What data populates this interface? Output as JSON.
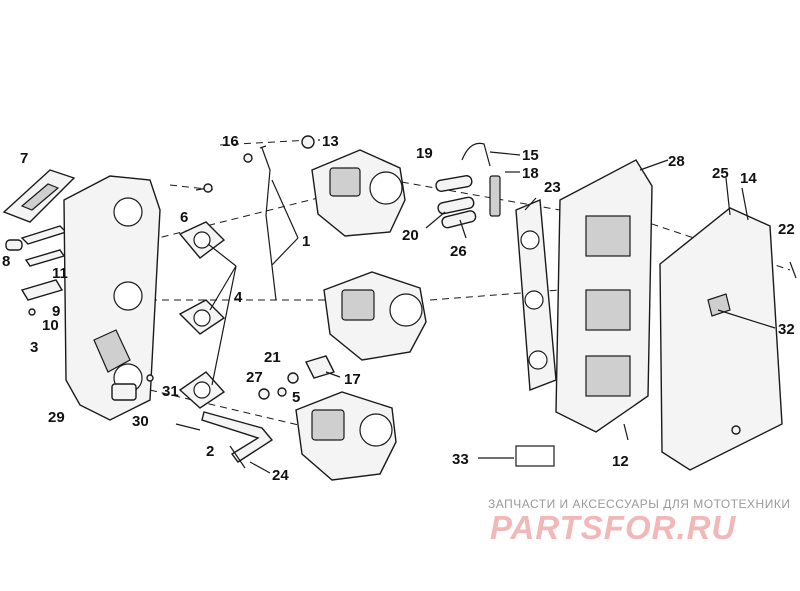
{
  "callouts": [
    "1",
    "2",
    "3",
    "4",
    "5",
    "6",
    "7",
    "8",
    "9",
    "10",
    "11",
    "12",
    "13",
    "14",
    "15",
    "16",
    "17",
    "18",
    "19",
    "20",
    "21",
    "22",
    "23",
    "24",
    "25",
    "26",
    "27",
    "28",
    "29",
    "30",
    "31",
    "32",
    "33"
  ],
  "watermark": {
    "caption": "ЗАПЧАСТИ И АКСЕССУАРЫ ДЛЯ МОТОТЕХНИКИ",
    "logo": "PARTSFOR.RU"
  }
}
